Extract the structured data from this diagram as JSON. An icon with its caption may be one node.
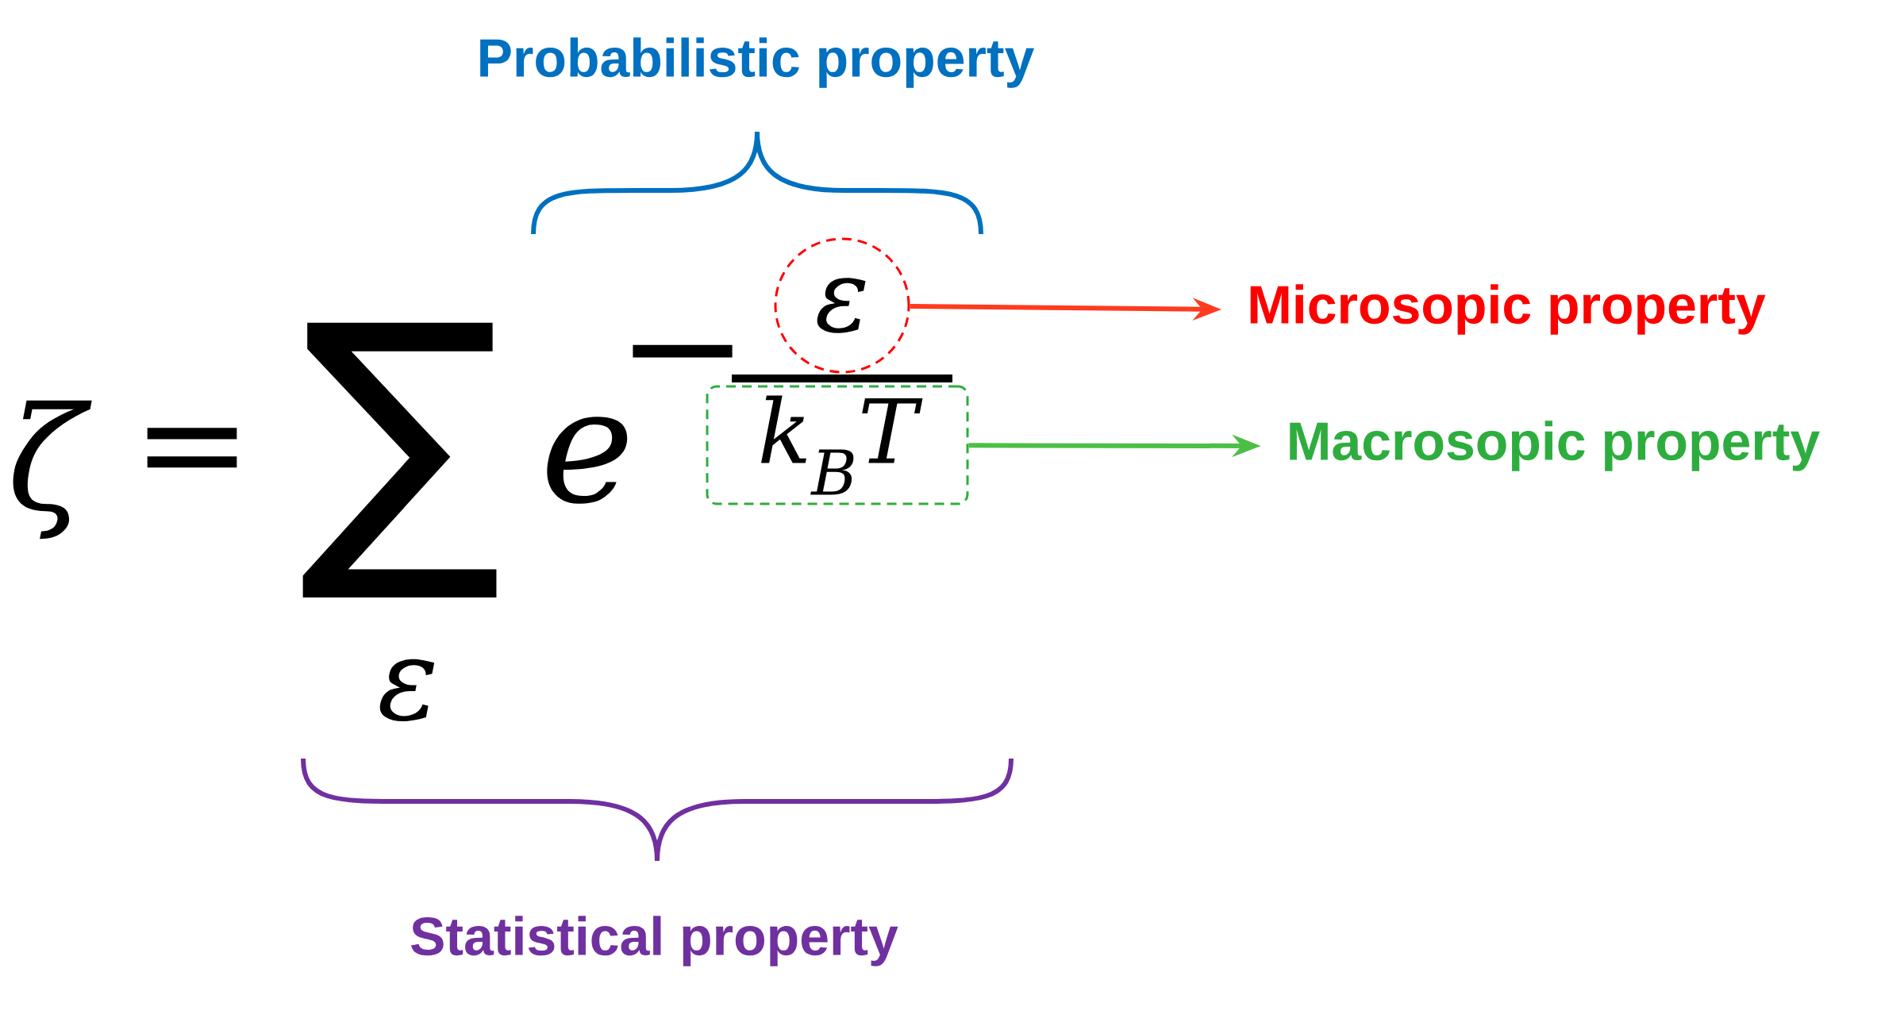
{
  "diagram": {
    "nodes": [
      {
        "text": [
          "ε"
        ]
      },
      {
        "text": [
          "k$_{B}$T"
        ]
      },
      {
        "text": [
          "Microsopic property"
        ]
      },
      {
        "text": [
          "Macrosopic property"
        ]
      }
    ],
    "edges": [
      {
        "from": 0,
        "to": 2,
        "arrow": "to",
        "color": "#ff3b1f"
      },
      {
        "from": 1,
        "to": 3,
        "arrow": "to",
        "color": "#4cbf45"
      }
    ],
    "labels": [
      "Probabilistic property",
      "ζ",
      "=",
      "∑",
      "ε",
      "e",
      "−",
      "Statistical property"
    ]
  }
}
